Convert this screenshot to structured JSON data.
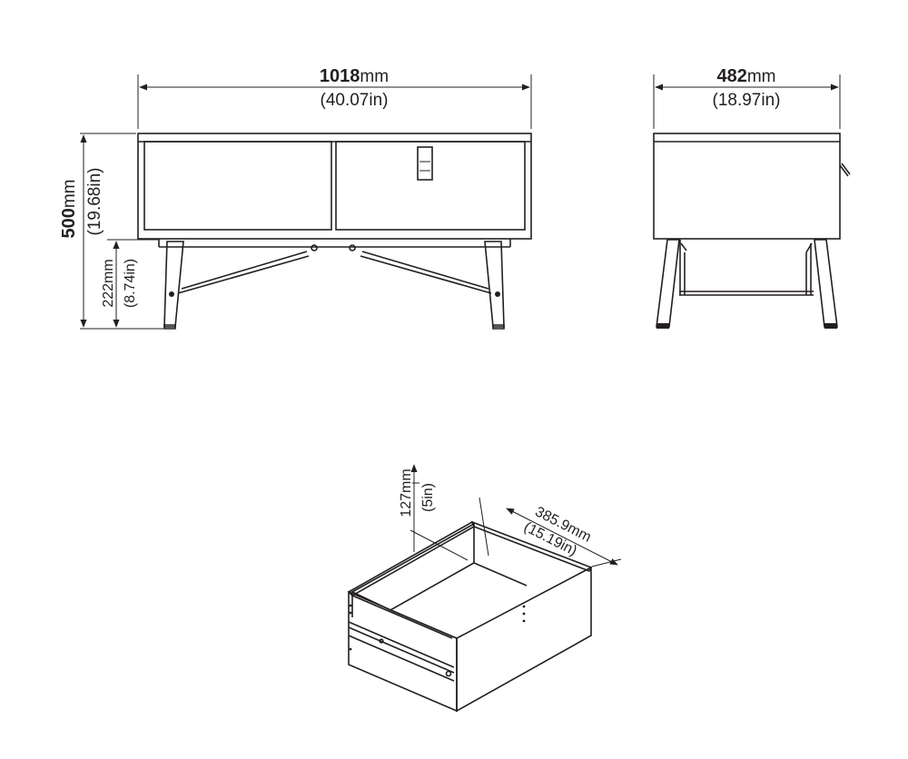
{
  "front_view": {
    "width": {
      "value": "1018",
      "unit": "mm",
      "inches": "(40.07in)"
    },
    "height": {
      "value": "500",
      "unit": "mm",
      "inches": "(19.68in)"
    },
    "leg_height": {
      "value": "222mm",
      "inches": "(8.74in)"
    }
  },
  "side_view": {
    "depth": {
      "value": "482",
      "unit": "mm",
      "inches": "(18.97in)"
    }
  },
  "drawer_view": {
    "height": {
      "value": "127mm",
      "inches": "(5in)"
    },
    "depth": {
      "value": "385.9mm",
      "inches": "(15.19in)"
    }
  }
}
